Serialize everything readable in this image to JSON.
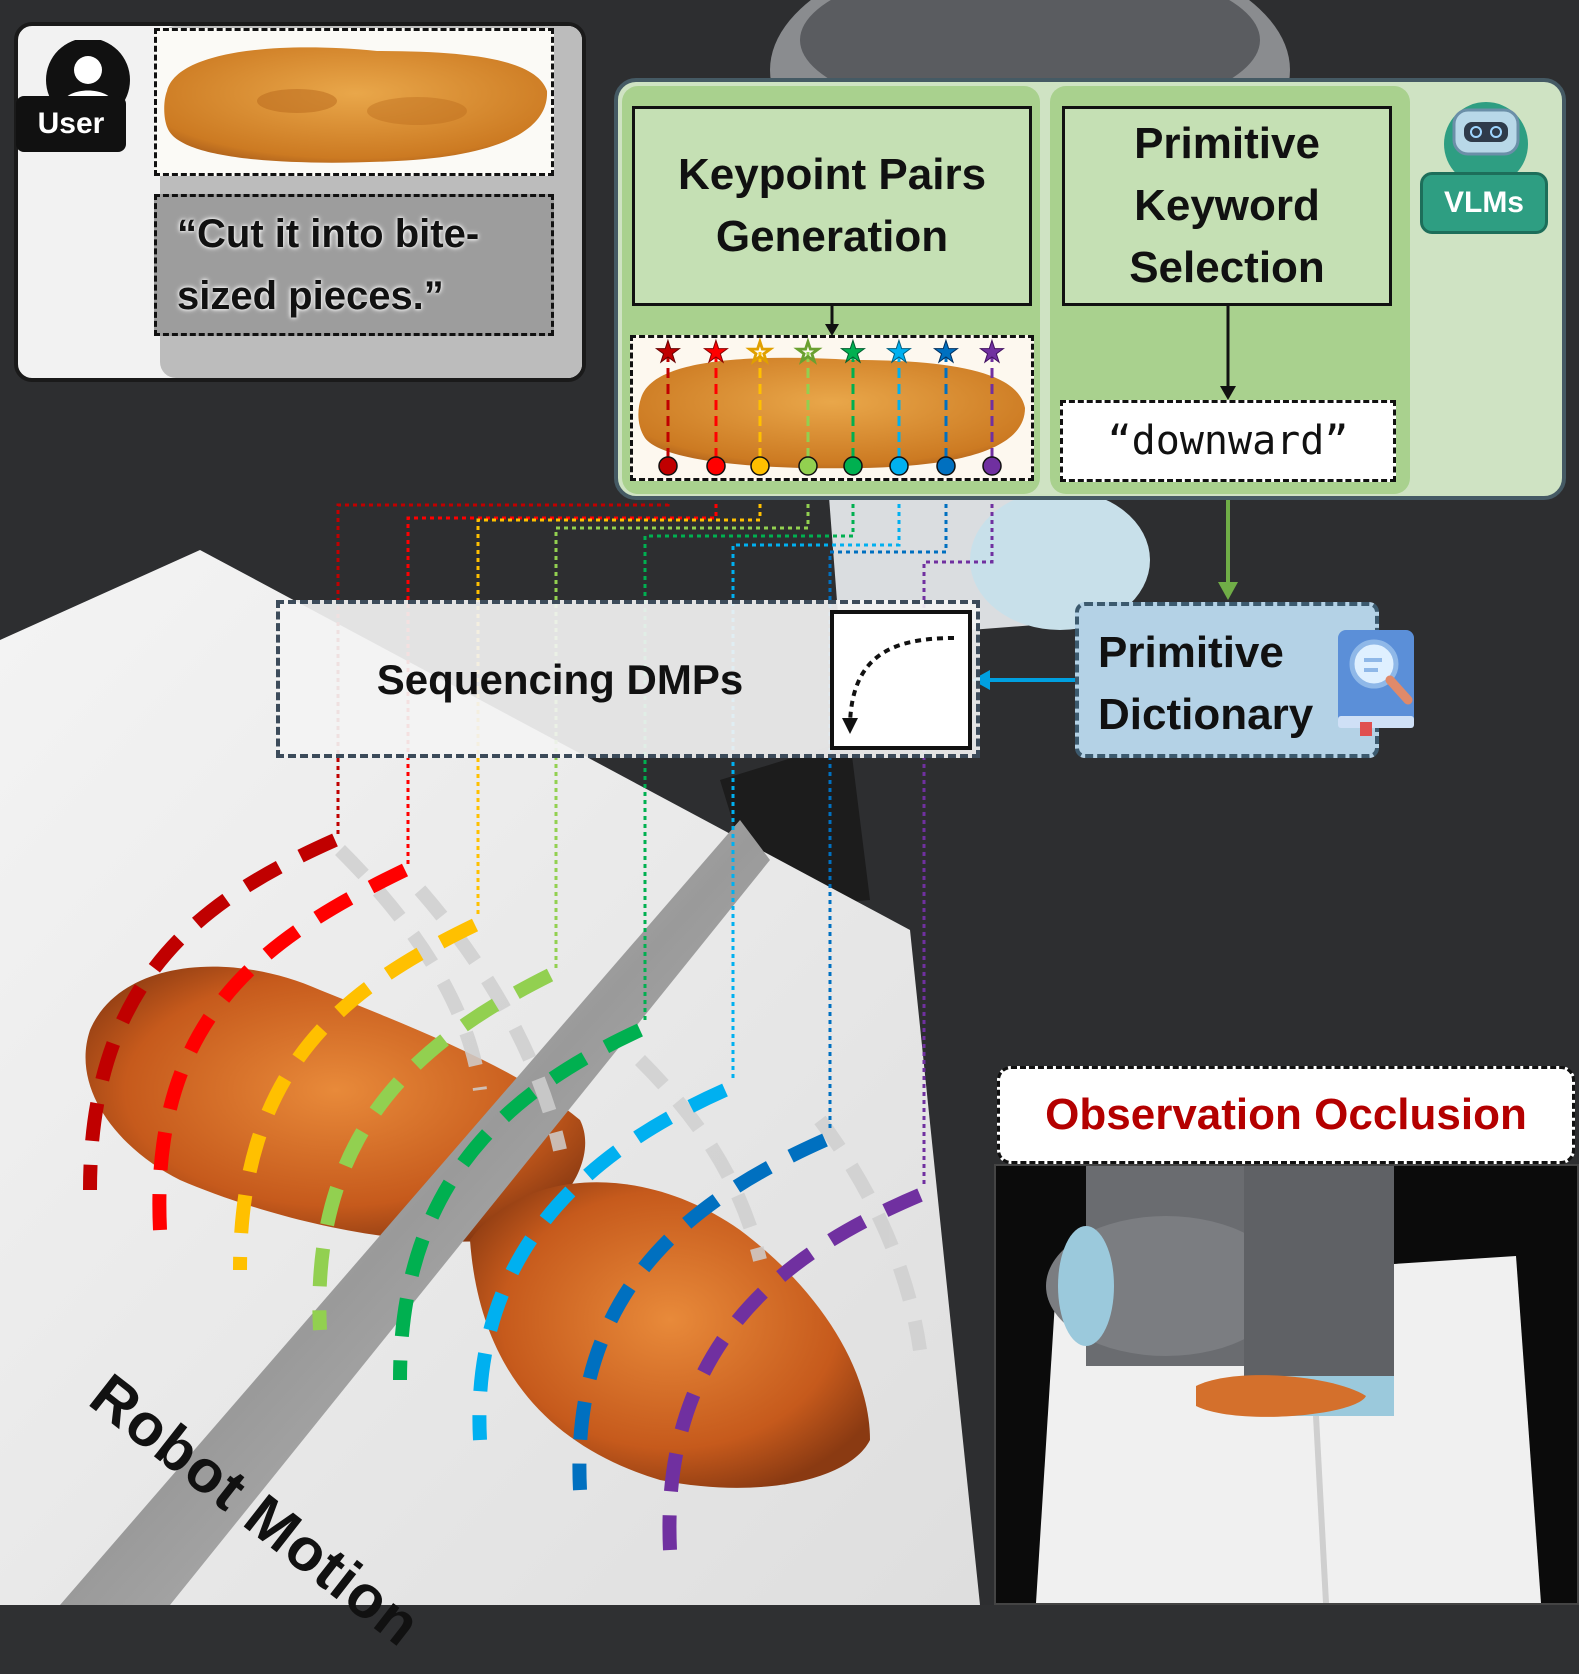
{
  "user": {
    "badge_label": "User",
    "instruction": "“Cut it into bite-sized pieces.”"
  },
  "vlm": {
    "keypoint_box_label": "Keypoint Pairs Generation",
    "primitive_box_label": "Primitive Keyword Selection",
    "keyword_value": "“downward”",
    "badge_label": "VLMs"
  },
  "dmp": {
    "label": "Sequencing DMPs"
  },
  "dictionary": {
    "label": "Primitive Dictionary"
  },
  "occlusion": {
    "title": "Observation Occlusion"
  },
  "scene": {
    "motion_label": "Robot Motion"
  },
  "keypoint_colors": [
    "#c00000",
    "#ff0000",
    "#ffc000",
    "#92d050",
    "#00b050",
    "#00b0f0",
    "#0070c0",
    "#7030a0"
  ],
  "colors": {
    "vlm_panel": "#a9d18e",
    "dictionary": "#b4d2e6",
    "occlusion_text": "#b40000",
    "vlm_badge": "#2e9e82"
  }
}
